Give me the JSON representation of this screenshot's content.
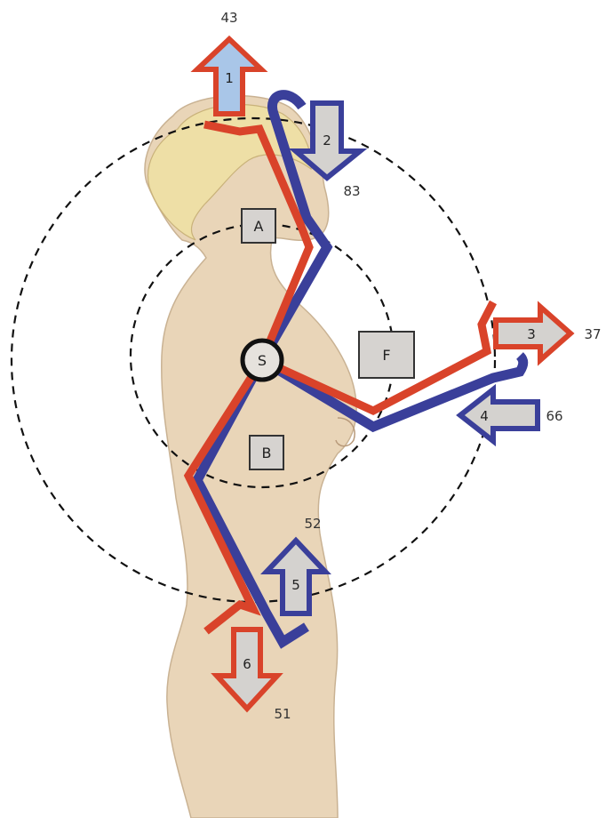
{
  "center": {
    "label": "S"
  },
  "boxes": [
    {
      "id": "A",
      "label": "A"
    },
    {
      "id": "B",
      "label": "B"
    },
    {
      "id": "F",
      "label": "F"
    }
  ],
  "arrows": [
    {
      "id": "1",
      "label": "1",
      "value": "43",
      "direction": "out",
      "color": "#d9432a"
    },
    {
      "id": "2",
      "label": "2",
      "value": "83",
      "direction": "in",
      "color": "#3a3f9a"
    },
    {
      "id": "3",
      "label": "3",
      "value": "37",
      "direction": "out",
      "color": "#d9432a"
    },
    {
      "id": "4",
      "label": "4",
      "value": "66",
      "direction": "in",
      "color": "#3a3f9a"
    },
    {
      "id": "5",
      "label": "5",
      "value": "52",
      "direction": "in",
      "color": "#3a3f9a"
    },
    {
      "id": "6",
      "label": "6",
      "value": "51",
      "direction": "out",
      "color": "#d9432a"
    }
  ],
  "colors": {
    "red_path": "#d9432a",
    "blue_path": "#3a3f9a",
    "skin": "#e8d6bb",
    "arrow_fill": "#d4d2cf"
  }
}
